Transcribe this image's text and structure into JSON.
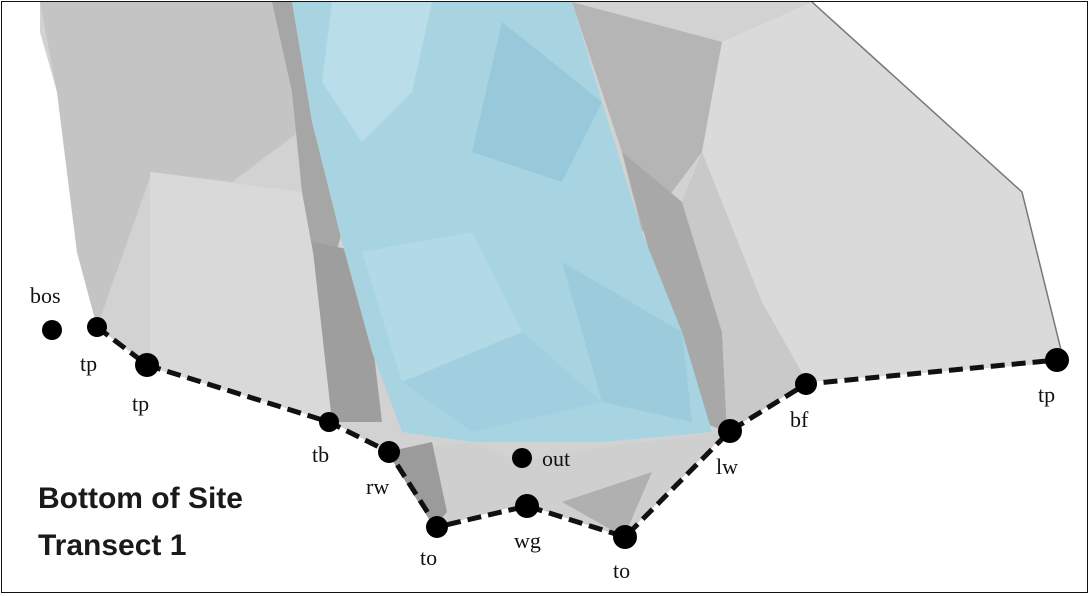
{
  "title": {
    "line1": "Bottom of Site",
    "line2": "Transect 1"
  },
  "points": {
    "bos": "bos",
    "tp_left_1": "tp",
    "tp_left_2": "tp",
    "tb": "tb",
    "rw": "rw",
    "to_left": "to",
    "out": "out",
    "wg": "wg",
    "to_right": "to",
    "lw": "lw",
    "bf": "bf",
    "tp_right": "tp"
  },
  "colors": {
    "terrain_light": "#d6d6d6",
    "terrain_mid": "#bdbdbd",
    "terrain_dark": "#9a9a9a",
    "water": "#a8d4e2",
    "transect_line": "#111111",
    "point": "#000000"
  }
}
